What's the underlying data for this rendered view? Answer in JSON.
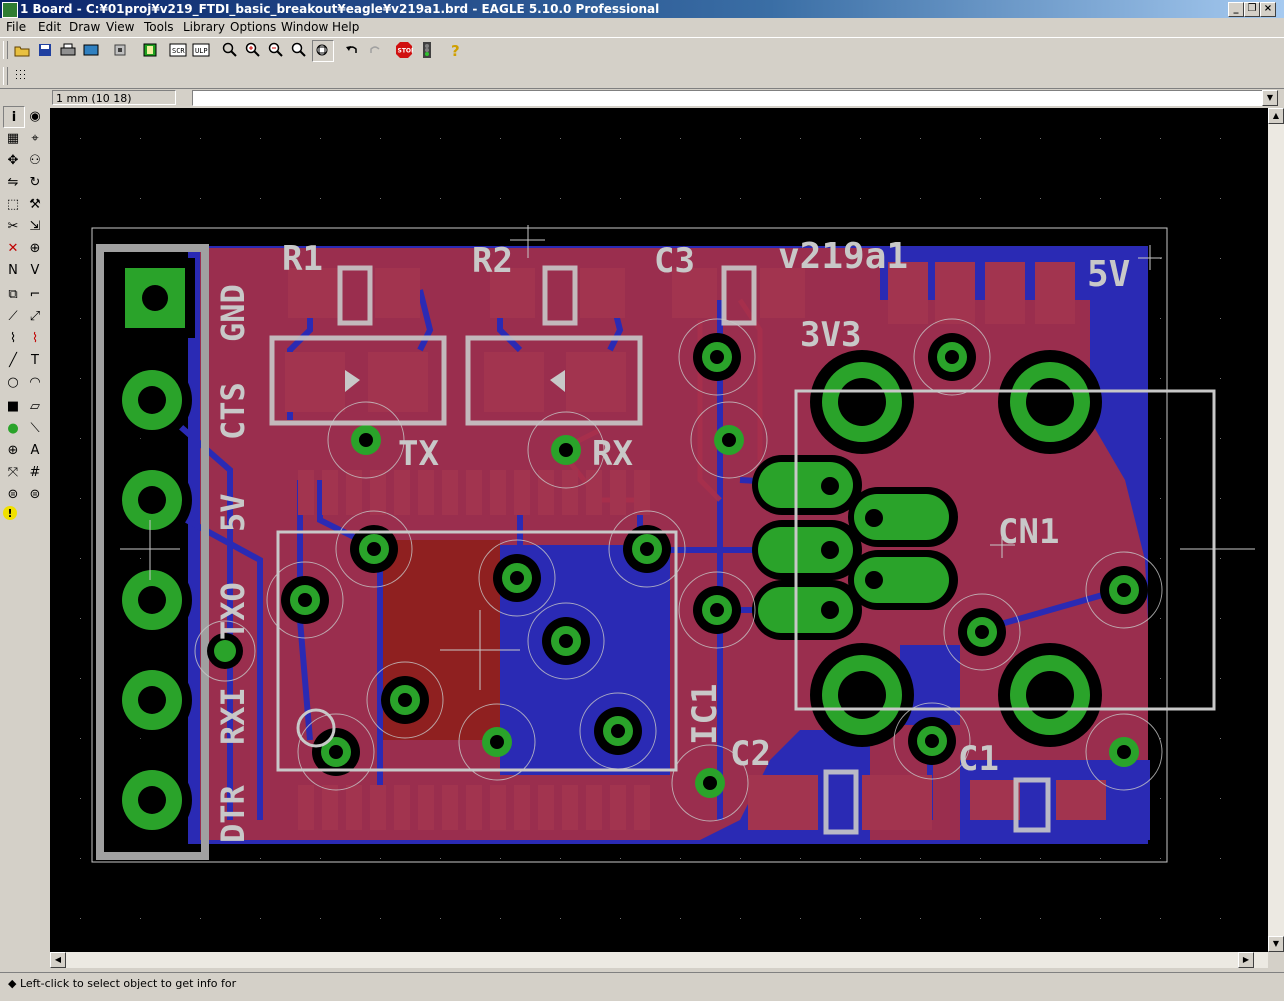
{
  "window": {
    "title": "1 Board - C:¥01proj¥v219_FTDI_basic_breakout¥eagle¥v219a1.brd - EAGLE 5.10.0 Professional",
    "minimize": "_",
    "restore": "❐",
    "close": "×"
  },
  "menu": [
    "File",
    "Edit",
    "Draw",
    "View",
    "Tools",
    "Library",
    "Options",
    "Window",
    "Help"
  ],
  "command": {
    "grid_readout": "1 mm (10 18)",
    "input_value": ""
  },
  "board": {
    "silkscreen": {
      "r1": "R1",
      "r2": "R2",
      "c3": "C3",
      "version": "v219a1",
      "v5": "5V",
      "v3": "3V3",
      "tx": "TX",
      "rx": "RX",
      "cn1": "CN1",
      "ic1": "IC1",
      "c2": "C2",
      "c1": "C1"
    },
    "header_pins": [
      "GND",
      "CTS",
      "5V",
      "TXO",
      "RXI",
      "DTR"
    ]
  },
  "colors": {
    "top_copper": "#9a2e4e",
    "bottom_copper": "#2a2ab4",
    "pad": "#2aa32a",
    "silkscreen": "#c8c8c8",
    "background": "#000000"
  },
  "status": {
    "message": "◆ Left-click to select object to get info for"
  },
  "icons": {
    "toolbar": [
      "open-icon",
      "save-icon",
      "print-icon",
      "cam-icon",
      "board-icon",
      "script-icon",
      "run-ulp-icon",
      "zoom-fit-icon",
      "zoom-in-icon",
      "zoom-out-icon",
      "zoom-select-icon",
      "redraw-icon",
      "undo-icon",
      "redo-icon",
      "stop-icon",
      "go-icon",
      "help-icon"
    ],
    "left": [
      "info-icon",
      "show-icon",
      "display-icon",
      "mark-icon",
      "move-icon",
      "copy-icon",
      "mirror-icon",
      "rotate-icon",
      "group-icon",
      "change-icon",
      "cut-icon",
      "paste-icon",
      "delete-icon",
      "add-icon",
      "name-icon",
      "value-icon",
      "smash-icon",
      "miter-icon",
      "split-icon",
      "optimize-icon",
      "route-icon",
      "ripup-icon",
      "wire-icon",
      "text-icon",
      "circle-icon",
      "arc-icon",
      "rect-icon",
      "polygon-icon",
      "via-icon",
      "signal-icon",
      "hole-icon",
      "attribute-icon",
      "ratsnest-icon",
      "autorouter-icon",
      "drc-icon",
      "errors-icon",
      "warning-icon"
    ]
  }
}
